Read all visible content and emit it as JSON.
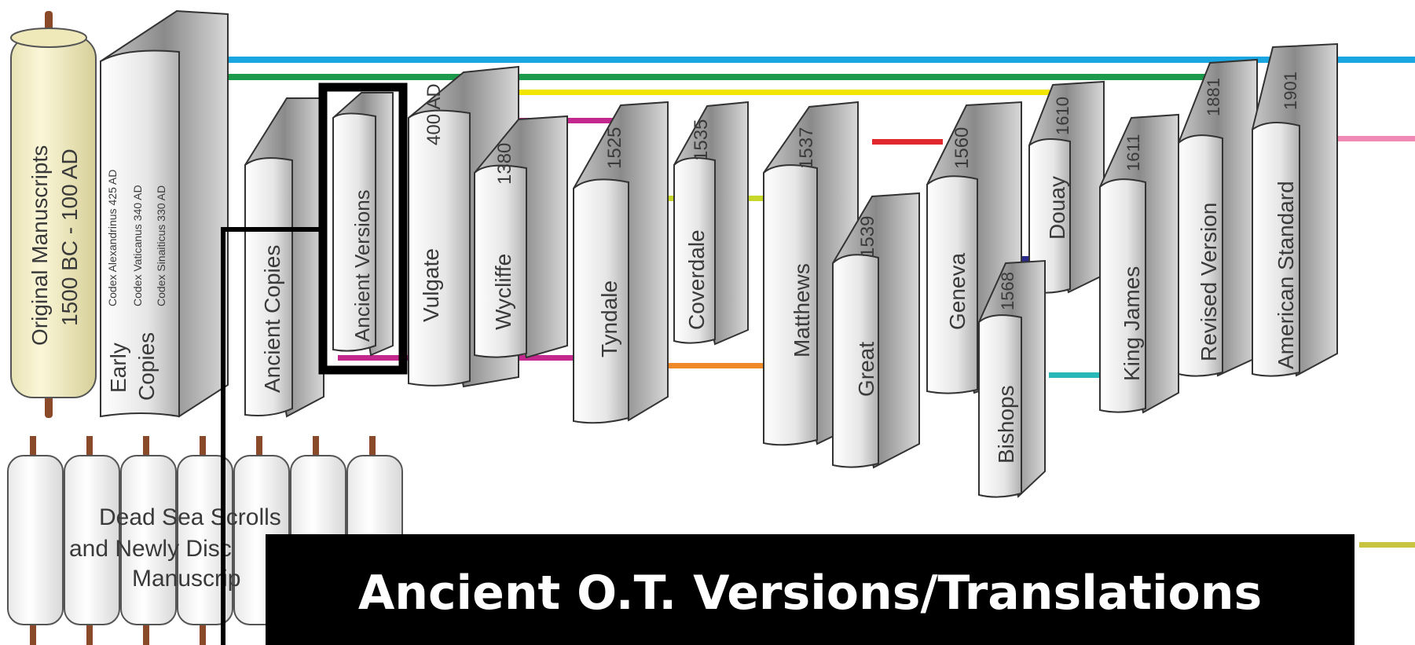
{
  "diagram": {
    "original_manuscripts": {
      "line1": "Original Manuscripts",
      "line2": "1500 BC - 100 AD"
    },
    "early_copies": {
      "label_line1": "Early",
      "label_line2": "Copies",
      "codex_lines": [
        "Codex Alexandrinus  425 AD",
        "Codex Vaticanus  340 AD",
        "Codex Sinaiticus  330 AD"
      ]
    },
    "ancient_copies": {
      "label": "Ancient Copies"
    },
    "ancient_versions": {
      "label": "Ancient Versions"
    },
    "books": [
      {
        "label": "Vulgate",
        "year": "400 AD"
      },
      {
        "label": "Wycliffe",
        "year": "1380"
      },
      {
        "label": "Tyndale",
        "year": "1525"
      },
      {
        "label": "Coverdale",
        "year": "1535"
      },
      {
        "label": "Matthews",
        "year": "1537"
      },
      {
        "label": "Great",
        "year": "1539"
      },
      {
        "label": "Geneva",
        "year": "1560"
      },
      {
        "label": "Bishops",
        "year": "1568"
      },
      {
        "label": "Douay",
        "year": "1610"
      },
      {
        "label": "King James",
        "year": "1611"
      },
      {
        "label": "Revised Version",
        "year": "1881"
      },
      {
        "label": "American Standard",
        "year": "1901"
      }
    ],
    "dead_sea_scrolls": {
      "line1": "Dead Sea Scrolls",
      "line2": "and Newly Disc",
      "line3": "Manuscrip"
    },
    "colors": {
      "blue": "#1aa6e0",
      "green": "#1a9a4a",
      "yellow": "#f2e600",
      "magenta": "#c4288e",
      "red": "#e0282e",
      "lime": "#c8d82a",
      "orange": "#f08a28",
      "navy": "#2a2a8a",
      "teal": "#28b8b8",
      "pink": "#f08ab4",
      "highlight": "#000000"
    }
  },
  "caption": {
    "title": "Ancient O.T. Versions/Translations"
  }
}
